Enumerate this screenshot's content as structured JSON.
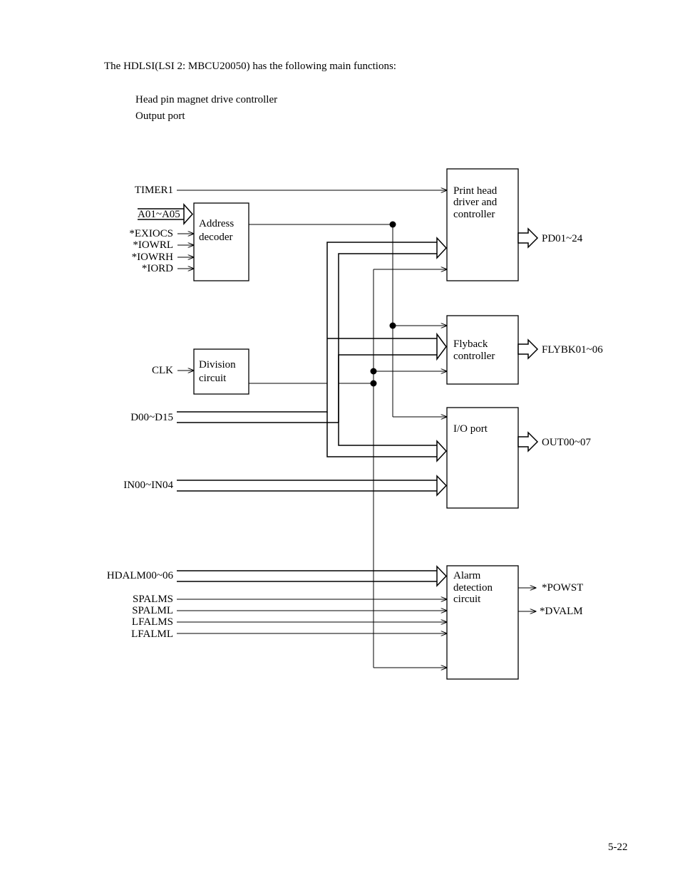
{
  "intro": "The HDLSI(LSI 2: MBCU20050) has the following main functions:",
  "functions": [
    "Head pin magnet drive controller",
    "Output port"
  ],
  "blocks": {
    "address_decoder": [
      "Address",
      "decoder"
    ],
    "division_circuit": [
      "Division",
      "circuit"
    ],
    "print_head": [
      "Print head",
      "driver and",
      "controller"
    ],
    "flyback": [
      "Flyback",
      "controller"
    ],
    "io_port": [
      "I/O port"
    ],
    "alarm": [
      "Alarm",
      "detection",
      "circuit"
    ]
  },
  "inputs": {
    "timer1": "TIMER1",
    "a01_a05": "A01~A05",
    "exiocs": "*EXIOCS",
    "iowrl": "*IOWRL",
    "iowrh": "*IOWRH",
    "iord": "*IORD",
    "clk": "CLK",
    "d00_d15": "D00~D15",
    "in00_in04": "IN00~IN04",
    "hdalm00_06": "HDALM00~06",
    "spalms": "SPALMS",
    "spalml": "SPALML",
    "lfalms": "LFALMS",
    "lfalml": "LFALML"
  },
  "outputs": {
    "pd01_24": "PD01~24",
    "flybk01_06": "FLYBK01~06",
    "out00_07": "OUT00~07",
    "powst": "*POWST",
    "dvalm": "*DVALM"
  },
  "page_number": "5-22"
}
